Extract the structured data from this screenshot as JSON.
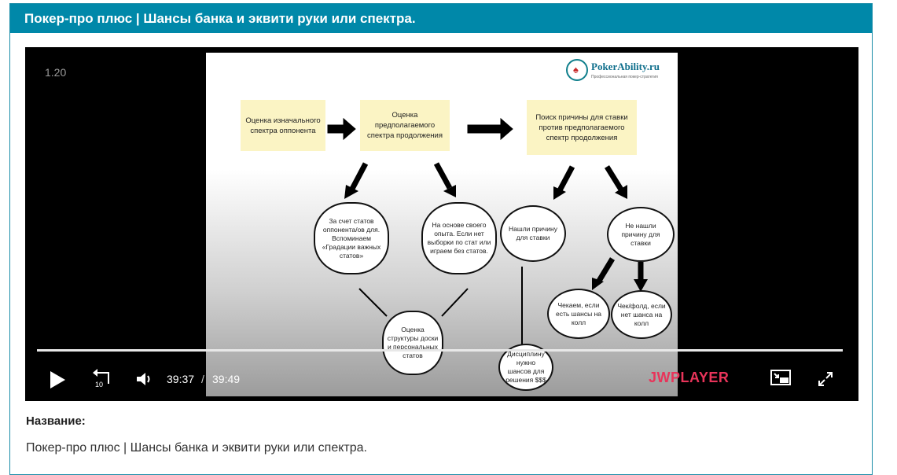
{
  "header": {
    "title": "Покер-про плюс | Шансы банка и эквити руки или спектра."
  },
  "player": {
    "timestamp_overlay": "1.20",
    "current_time": "39:37",
    "separator": "/",
    "duration": "39:49",
    "progress_fraction": 1.0,
    "brand_prefix": "JW",
    "brand_suffix": "PLAYER",
    "rewind_label": "10"
  },
  "slide": {
    "logo_text": "PokerAbility.ru",
    "logo_sub": "Профессиональная покер-стратегия",
    "boxes": [
      "Оценка изначального спектра оппонента",
      "Оценка предполагаемого спектра продолжения",
      "Поиск причины для ставки против предполагаемого спектр продолжения"
    ],
    "clouds": [
      "За счет статов оппонента/ов для. Вспоминаем «Градации важных статов»",
      "На основе своего опыта. Если нет выборки по стат или играем без статов.",
      "Оценка структуры доски и персональных статов"
    ],
    "bubbles": [
      "Нашли причину для ставки",
      "Не нашли причину для ставки",
      "Дисциплину нужно шансов для решения $$$",
      "Чекаем, если есть шансы на колл",
      "Чек/фолд, если нет шанса на колл"
    ]
  },
  "info": {
    "name_label": "Название:",
    "name_value": "Покер-про плюс | Шансы банка и эквити руки или спектра."
  },
  "colors": {
    "header_bg": "#0088a9",
    "brand_accent": "#e8345a",
    "box_fill": "#fbf4c4"
  }
}
